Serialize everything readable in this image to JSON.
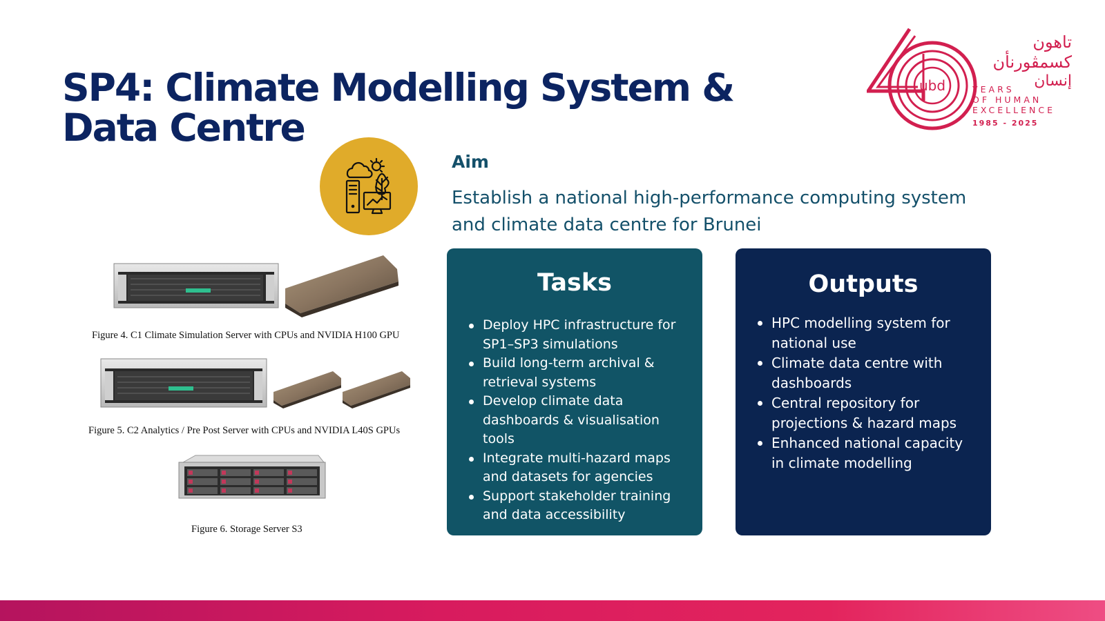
{
  "slide": {
    "title_line1": "SP4: Climate Modelling System &",
    "title_line2": "Data Centre"
  },
  "logo": {
    "arabic_line1": "تاهون",
    "arabic_line2": "كسمڤورنأن",
    "arabic_line3": "إنسان",
    "mark_text": "ubd",
    "line1": "YEARS",
    "line2": "OF HUMAN",
    "line3": "EXCELLENCE",
    "years": "1985 - 2025",
    "numeral": "40",
    "brand_color": "#d21f4f"
  },
  "aim": {
    "label": "Aim",
    "text_line1": "Establish a national high-performance computing system",
    "text_line2": "and climate data centre for Brunei",
    "icon": "climate-computing-icon",
    "icon_bg": "#e0ab2a"
  },
  "tasks": {
    "heading": "Tasks",
    "bg": "#115466",
    "items": [
      "Deploy HPC infrastructure for SP1–SP3 simulations",
      "Build long-term archival & retrieval systems",
      "Develop climate data dashboards & visualisation tools",
      "Integrate multi-hazard maps and datasets for agencies",
      "Support stakeholder training and data accessibility"
    ]
  },
  "outputs": {
    "heading": "Outputs",
    "bg": "#0b2450",
    "items": [
      "HPC modelling system for national use",
      "Climate data centre with dashboards",
      "Central repository for projections & hazard maps",
      "Enhanced national capacity in climate modelling"
    ]
  },
  "figures": [
    {
      "caption": "Figure 4. C1 Climate Simulation Server with CPUs and NVIDIA H100 GPU"
    },
    {
      "caption": "Figure 5. C2 Analytics / Pre Post Server with CPUs and NVIDIA L40S GPUs"
    },
    {
      "caption": "Figure 6. Storage Server S3"
    }
  ],
  "colors": {
    "title": "#0c2461",
    "aim_text": "#14506a",
    "bottom_bar": "#e3245d"
  }
}
